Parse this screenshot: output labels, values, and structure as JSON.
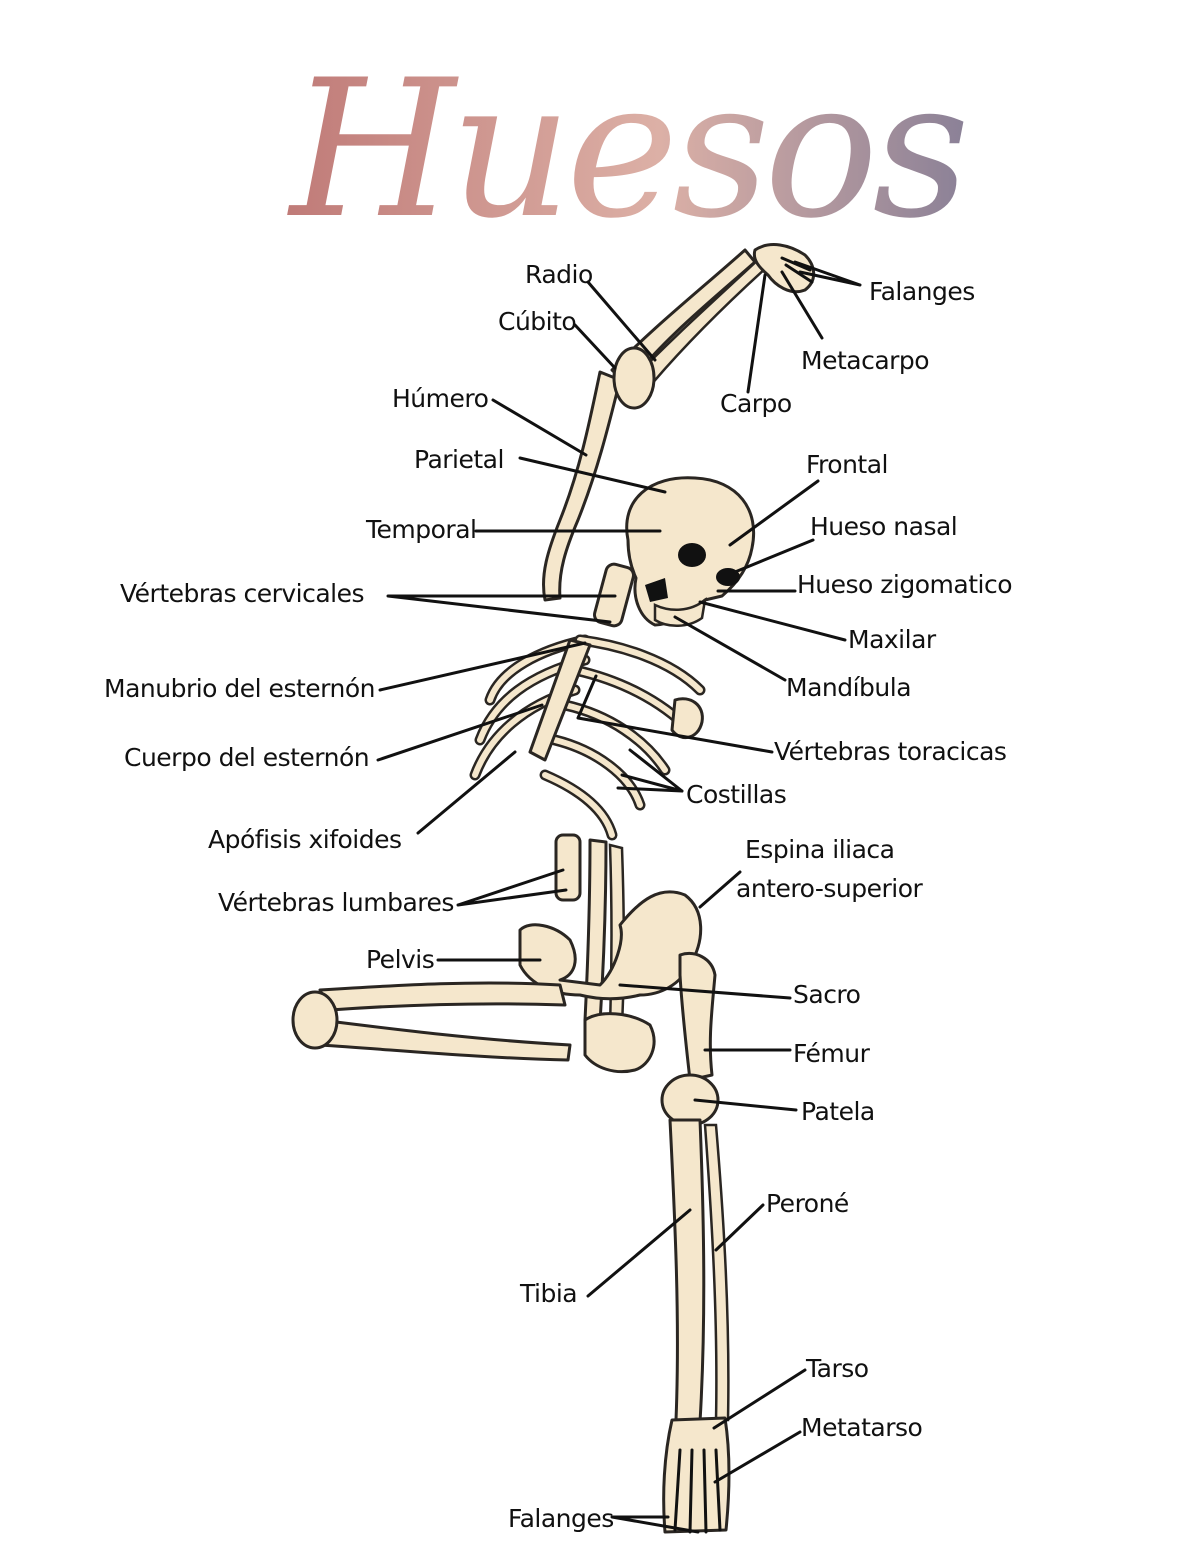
{
  "title": "Huesos",
  "colors": {
    "title_gradient_start": "#c07b78",
    "title_gradient_mid": "#dcb0a6",
    "title_gradient_end": "#8b8197",
    "bone_fill": "#f5e7cc",
    "outline": "#2a2622",
    "text": "#111111"
  },
  "labels": {
    "radio": "Radio",
    "cubito": "Cúbito",
    "humero": "Húmero",
    "parietal": "Parietal",
    "temporal": "Temporal",
    "vertebras_cervicales": "Vértebras cervicales",
    "manubrio": "Manubrio del esternón",
    "cuerpo_esternon": "Cuerpo del esternón",
    "apofisis": "Apófisis xifoides",
    "vertebras_lumbares": "Vértebras lumbares",
    "pelvis": "Pelvis",
    "falanges_mano": "Falanges",
    "metacarpo": "Metacarpo",
    "carpo": "Carpo",
    "frontal": "Frontal",
    "hueso_nasal": "Hueso nasal",
    "hueso_zigomatico": "Hueso zigomatico",
    "maxilar": "Maxilar",
    "mandibula": "Mandíbula",
    "vertebras_toracicas": "Vértebras toracicas",
    "costillas": "Costillas",
    "espina_iliaca_1": "Espina iliaca",
    "espina_iliaca_2": "antero-superior",
    "sacro": "Sacro",
    "femur": "Fémur",
    "patela": "Patela",
    "perone": "Peroné",
    "tibia": "Tibia",
    "tarso": "Tarso",
    "metatarso": "Metatarso",
    "falanges_pie": "Falanges"
  }
}
